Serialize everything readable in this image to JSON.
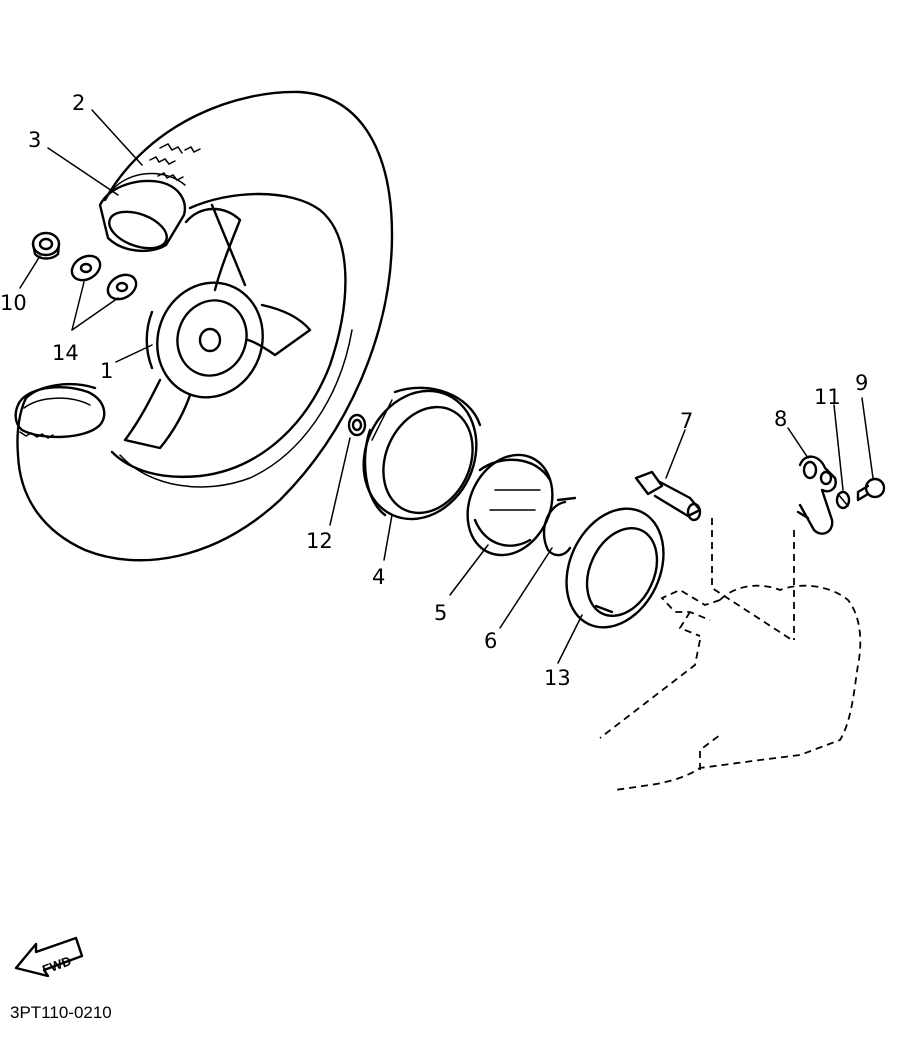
{
  "diagram": {
    "part_labels": {
      "p1": "1",
      "p2": "2",
      "p3": "3",
      "p4": "4",
      "p5": "5",
      "p6": "6",
      "p7": "7",
      "p8": "8",
      "p9": "9",
      "p10": "10",
      "p11": "11",
      "p12": "12",
      "p13": "13",
      "p14": "14"
    },
    "fwd_label": "FWD",
    "drawing_code": "3PT110-0210"
  }
}
